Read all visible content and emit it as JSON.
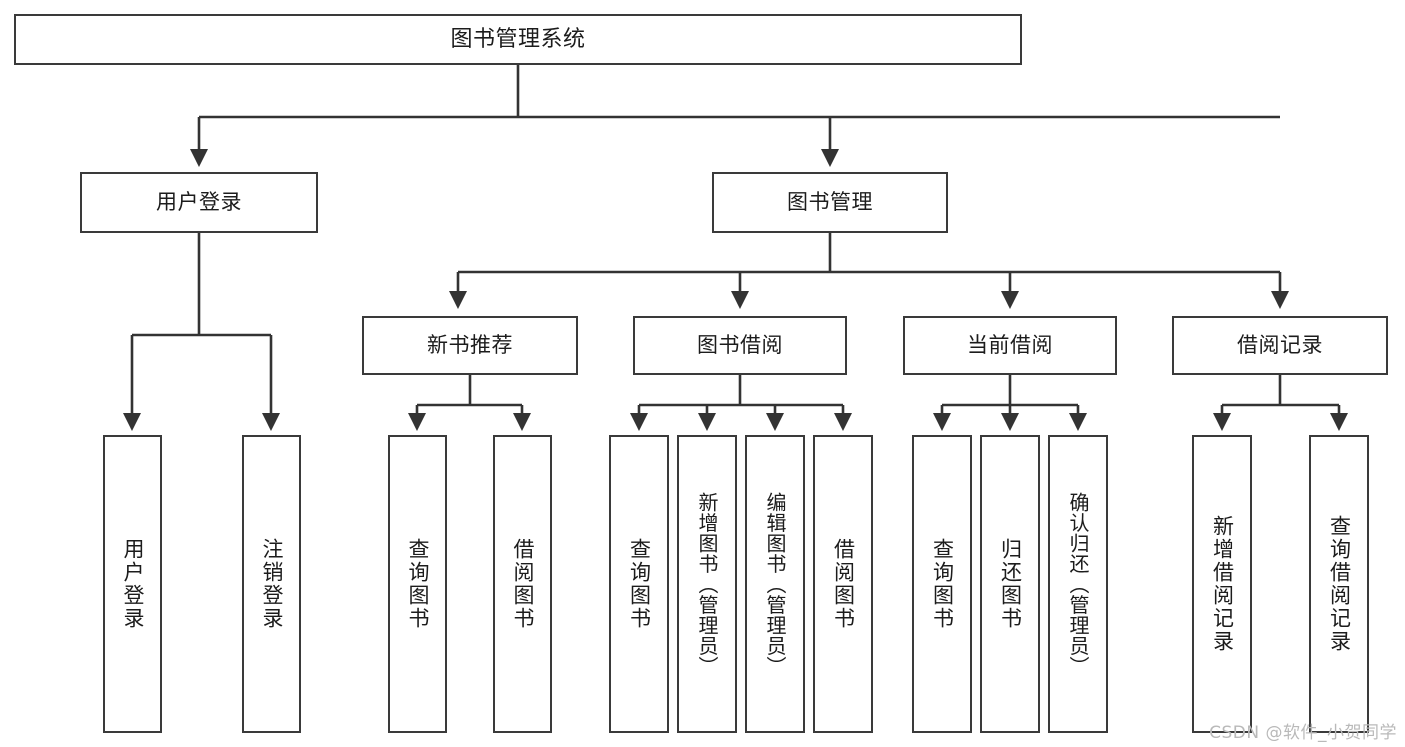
{
  "diagram": {
    "type": "tree",
    "title": "图书管理系统",
    "orientation": "top-down",
    "colors": {
      "background": "#ffffff",
      "box_border": "#3a3a3a",
      "box_fill": "#ffffff",
      "connector": "#333333",
      "text": "#1c1c1c",
      "watermark": "#b9b9b9"
    },
    "root": {
      "label": "图书管理系统"
    },
    "level1": [
      {
        "label": "用户登录"
      },
      {
        "label": "图书管理"
      }
    ],
    "level2": [
      {
        "label": "新书推荐"
      },
      {
        "label": "图书借阅"
      },
      {
        "label": "当前借阅"
      },
      {
        "label": "借阅记录"
      }
    ],
    "leaves": {
      "user_login": [
        {
          "label": "用户登录"
        },
        {
          "label": "注销登录"
        }
      ],
      "new_book": [
        {
          "label": "查询图书"
        },
        {
          "label": "借阅图书"
        }
      ],
      "book_borrow": [
        {
          "label": "查询图书"
        },
        {
          "label": "新增图书（管理员）"
        },
        {
          "label": "编辑图书（管理员）"
        },
        {
          "label": "借阅图书"
        }
      ],
      "current_borrow": [
        {
          "label": "查询图书"
        },
        {
          "label": "归还图书"
        },
        {
          "label": "确认归还（管理员）"
        }
      ],
      "borrow_record": [
        {
          "label": "新增借阅记录"
        },
        {
          "label": "查询借阅记录"
        }
      ]
    }
  },
  "watermark": {
    "text": "CSDN @软件_小贺同学"
  }
}
